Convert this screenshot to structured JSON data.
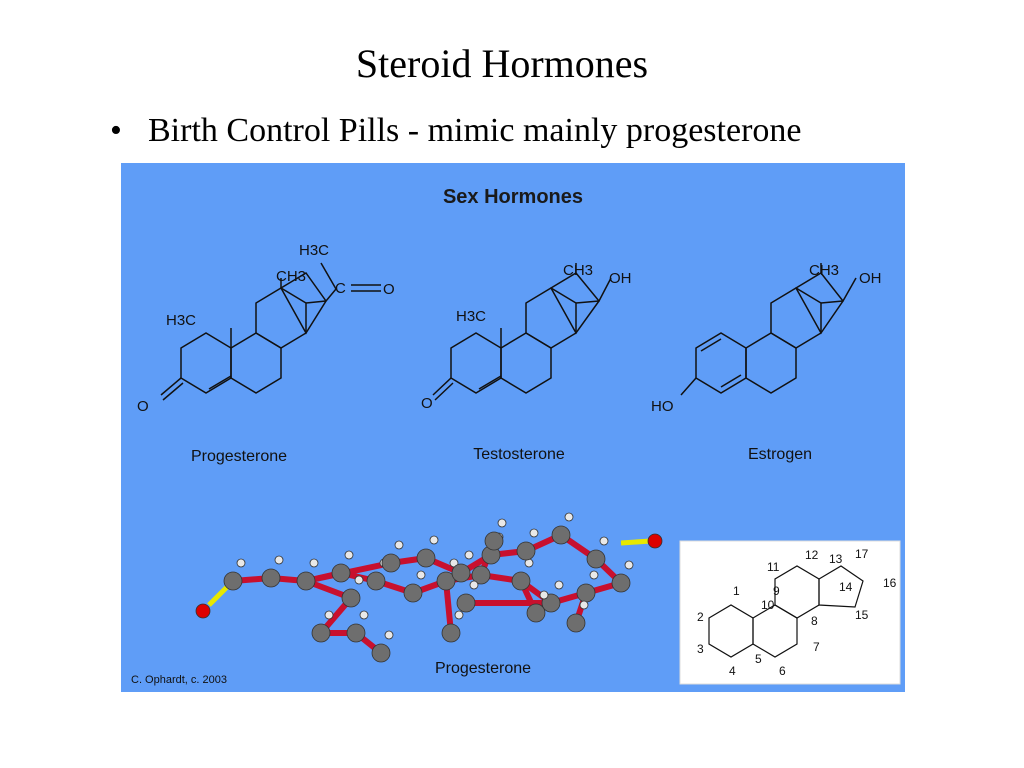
{
  "slide": {
    "title": "Steroid Hormones",
    "bullet": "Birth Control Pills - mimic mainly progesterone"
  },
  "figure": {
    "background_color": "#5f9df7",
    "heading": "Sex Hormones",
    "molecules": [
      {
        "name": "Progesterone",
        "labels": {
          "ch3_top": "CH3",
          "h3c_left": "H3C",
          "h3c_acetyl": "H3C",
          "oxygen_ketone": "O",
          "oxygen_acetyl": "O"
        }
      },
      {
        "name": "Testosterone",
        "labels": {
          "ch3_top": "CH3",
          "h3c_left": "H3C",
          "oh": "OH",
          "oxygen_ketone": "O"
        }
      },
      {
        "name": "Estrogen",
        "labels": {
          "ch3_top": "CH3",
          "oh": "OH",
          "ho": "HO"
        }
      }
    ],
    "model_caption": "Progesterone",
    "credit": "C. Ophardt, c. 2003",
    "numbering": [
      "1",
      "2",
      "3",
      "4",
      "5",
      "6",
      "7",
      "8",
      "9",
      "10",
      "11",
      "12",
      "13",
      "14",
      "15",
      "16",
      "17"
    ],
    "colors": {
      "bond": "#c8102e",
      "carbon": "#6e6e6e",
      "hydrogen": "#e8e8e8",
      "oxygen": "#dd0000",
      "double_bond": "#e8e800"
    }
  }
}
